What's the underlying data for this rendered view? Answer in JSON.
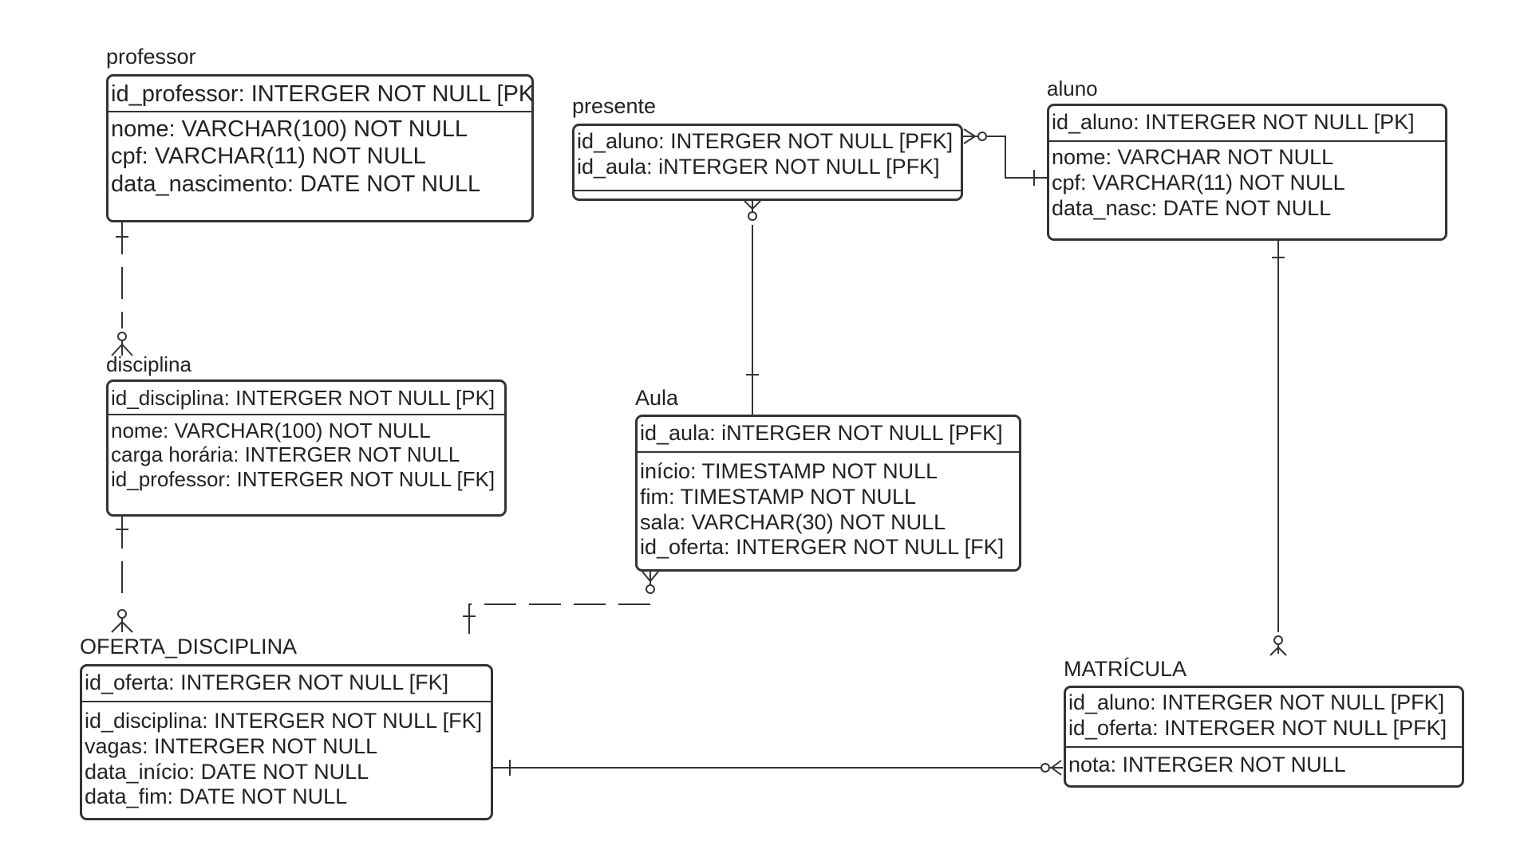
{
  "tables": {
    "professor": {
      "name": "professor",
      "keys": [
        "id_professor: INTERGER NOT NULL [PK]"
      ],
      "attributes": [
        "nome: VARCHAR(100) NOT NULL",
        "cpf: VARCHAR(11) NOT NULL",
        "data_nascimento: DATE NOT NULL"
      ]
    },
    "presente": {
      "name": "presente",
      "keys": [
        "id_aluno: INTERGER NOT NULL [PFK]",
        "id_aula: iNTERGER NOT NULL [PFK]"
      ],
      "attributes": []
    },
    "aluno": {
      "name": "aluno",
      "keys": [
        "id_aluno: INTERGER NOT NULL [PK]"
      ],
      "attributes": [
        "nome: VARCHAR NOT NULL",
        "cpf: VARCHAR(11) NOT NULL",
        "data_nasc: DATE NOT NULL"
      ]
    },
    "disciplina": {
      "name": "disciplina",
      "keys": [
        "id_disciplina: INTERGER NOT NULL [PK]"
      ],
      "attributes": [
        "nome: VARCHAR(100) NOT NULL",
        "carga horária: INTERGER NOT NULL",
        "id_professor: INTERGER NOT NULL [FK]"
      ]
    },
    "aula": {
      "name": "Aula",
      "keys": [
        "id_aula: iNTERGER NOT NULL [PFK]"
      ],
      "attributes": [
        "início: TIMESTAMP NOT NULL",
        "fim: TIMESTAMP NOT NULL",
        "sala: VARCHAR(30) NOT NULL",
        "id_oferta: INTERGER NOT NULL [FK]"
      ]
    },
    "oferta_disciplina": {
      "name": "OFERTA_DISCIPLINA",
      "keys": [
        "id_oferta: INTERGER NOT NULL [FK]"
      ],
      "attributes": [
        "id_disciplina: INTERGER NOT NULL [FK]",
        "vagas: INTERGER NOT NULL",
        "data_início: DATE NOT NULL",
        "data_fim: DATE NOT NULL"
      ]
    },
    "matricula": {
      "name": "MATRÍCULA",
      "keys": [
        "id_aluno: INTERGER NOT NULL [PFK]",
        "id_oferta: INTERGER NOT NULL [PFK]"
      ],
      "attributes": [
        "nota: INTERGER NOT NULL"
      ]
    }
  },
  "relationships": [
    {
      "from": "professor",
      "to": "disciplina",
      "from_cardinality": "one",
      "to_cardinality": "zero-or-many",
      "style": "dashed"
    },
    {
      "from": "disciplina",
      "to": "oferta_disciplina",
      "from_cardinality": "one",
      "to_cardinality": "zero-or-many",
      "style": "dashed"
    },
    {
      "from": "aula",
      "to": "presente",
      "from_cardinality": "one",
      "to_cardinality": "zero-or-many",
      "style": "solid"
    },
    {
      "from": "aluno",
      "to": "presente",
      "from_cardinality": "one",
      "to_cardinality": "zero-or-many",
      "style": "solid"
    },
    {
      "from": "aluno",
      "to": "matricula",
      "from_cardinality": "one",
      "to_cardinality": "zero-or-many",
      "style": "solid"
    },
    {
      "from": "oferta_disciplina",
      "to": "aula",
      "from_cardinality": "one",
      "to_cardinality": "zero-or-many",
      "style": "dashed"
    },
    {
      "from": "oferta_disciplina",
      "to": "matricula",
      "from_cardinality": "one",
      "to_cardinality": "zero-or-many",
      "style": "solid"
    }
  ]
}
